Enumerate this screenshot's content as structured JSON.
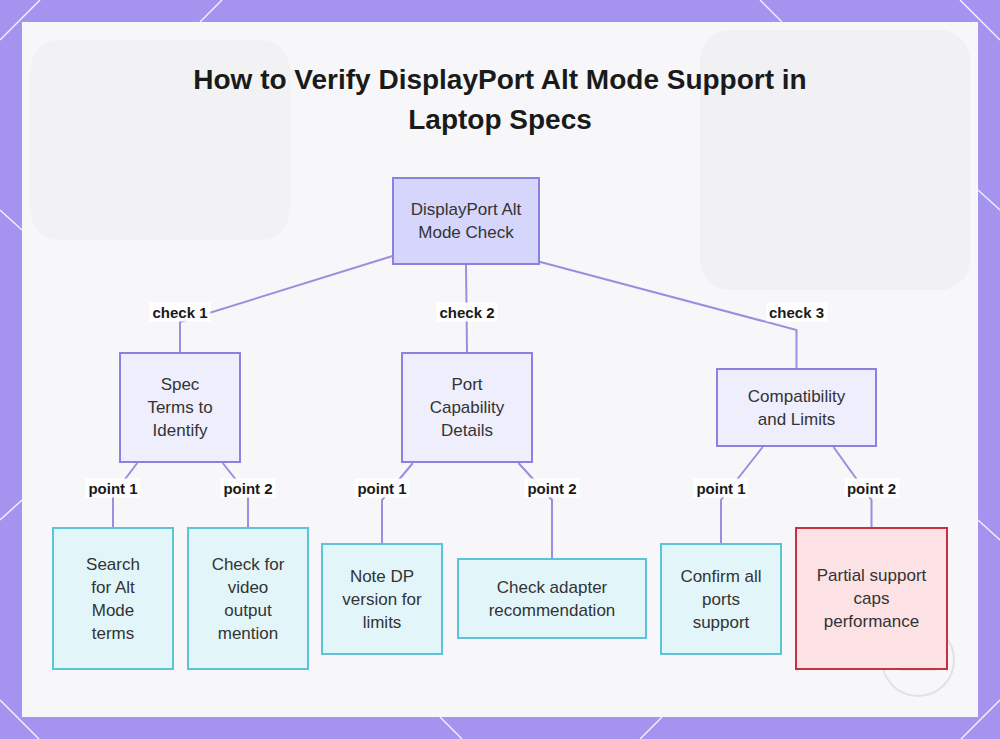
{
  "diagram": {
    "title": "How to Verify DisplayPort Alt Mode Support in Laptop Specs",
    "nodes": [
      {
        "text": [
          "DisplayPort Alt Mode Check"
        ]
      },
      {
        "text": [
          "Spec Terms to Identify"
        ]
      },
      {
        "text": [
          "Port Capability Details"
        ]
      },
      {
        "text": [
          "Compatibility and Limits"
        ]
      },
      {
        "text": [
          "Search for Alt Mode terms"
        ]
      },
      {
        "text": [
          "Check for video output mention"
        ]
      },
      {
        "text": [
          "Note DP version for limits"
        ]
      },
      {
        "text": [
          "Check adapter recommendation"
        ]
      },
      {
        "text": [
          "Confirm all ports support"
        ]
      },
      {
        "text": [
          "Partial support caps performance"
        ]
      }
    ],
    "edges": [
      {
        "from": 0,
        "to": 1,
        "label": "check 1",
        "arrow": "none"
      },
      {
        "from": 0,
        "to": 2,
        "label": "check 2",
        "arrow": "none"
      },
      {
        "from": 0,
        "to": 3,
        "label": "check 3",
        "arrow": "none"
      },
      {
        "from": 1,
        "to": 4,
        "label": "point 1",
        "arrow": "none"
      },
      {
        "from": 1,
        "to": 5,
        "label": "point 2",
        "arrow": "none"
      },
      {
        "from": 2,
        "to": 6,
        "label": "point 1",
        "arrow": "none"
      },
      {
        "from": 2,
        "to": 7,
        "label": "point 2",
        "arrow": "none"
      },
      {
        "from": 3,
        "to": 8,
        "label": "point 1",
        "arrow": "none"
      },
      {
        "from": 3,
        "to": 9,
        "label": "point 2",
        "arrow": "none"
      }
    ]
  }
}
